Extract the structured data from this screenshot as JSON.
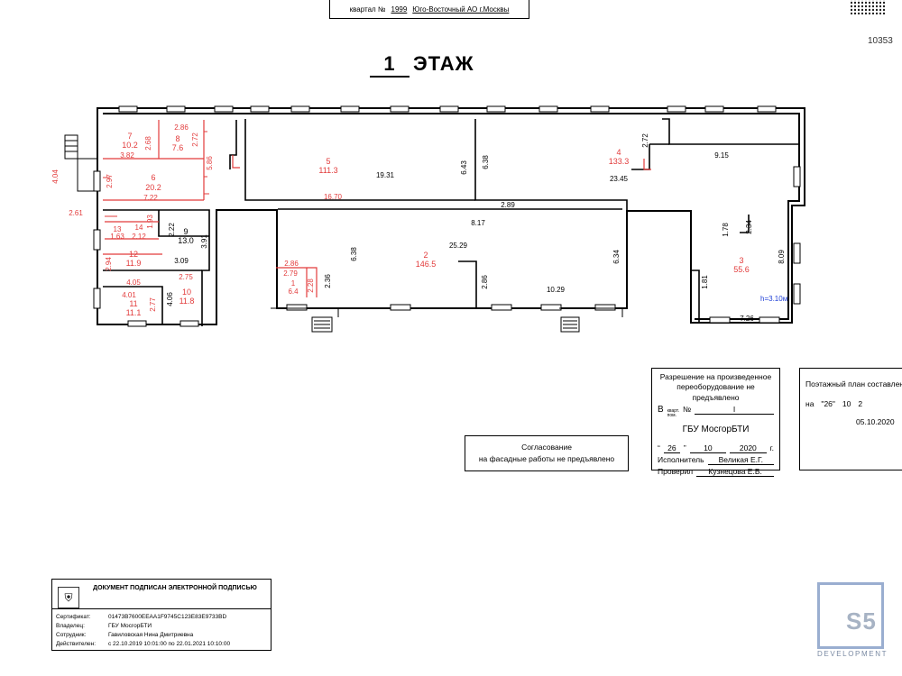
{
  "header": {
    "prefix": "квартал №",
    "kvartal": "1999",
    "district": "Юго-Восточный АО г.Москвы"
  },
  "doc_number": "10353",
  "floor": {
    "number": "1",
    "label": "ЭТАЖ"
  },
  "rooms": [
    {
      "id": "7",
      "area": "10.2"
    },
    {
      "id": "8",
      "area": "7.6"
    },
    {
      "id": "6",
      "area": "20.2"
    },
    {
      "id": "5",
      "area": "111.3"
    },
    {
      "id": "4",
      "area": "133.3"
    },
    {
      "id": "13",
      "area": "1.63"
    },
    {
      "id": "14",
      "area": "2.12"
    },
    {
      "id": "9",
      "area": "13.0"
    },
    {
      "id": "12",
      "area": "11.9"
    },
    {
      "id": "11",
      "area": "11.1"
    },
    {
      "id": "10",
      "area": "11.8"
    },
    {
      "id": "1",
      "area": "6.4"
    },
    {
      "id": "2",
      "area": "146.5"
    },
    {
      "id": "3",
      "area": "55.6"
    }
  ],
  "dimensions": {
    "d_2_86a": "2.86",
    "d_2_68": "2.68",
    "d_2_72a": "2.72",
    "d_3_82": "3.82",
    "d_5_86": "5.86",
    "d_2_97": "2.97",
    "d_7_22": "7.22",
    "d_4_04": "4.04",
    "d_2_61": "2.61",
    "d_19_31": "19.31",
    "d_16_70": "16.70",
    "d_6_43": "6.43",
    "d_6_38a": "6.38",
    "d_2_72b": "2.72",
    "d_23_45": "23.45",
    "d_9_15": "9.15",
    "d_2_89": "2.89",
    "d_8_17": "8.17",
    "d_1_93": "1.93",
    "d_2_22": "2.22",
    "d_3_91": "3.91",
    "d_3_09": "3.09",
    "d_2_94": "2.94",
    "d_2_75": "2.75",
    "d_4_05": "4.05",
    "d_4_01": "4.01",
    "d_2_77": "2.77",
    "d_4_06": "4.06",
    "d_6_38b": "6.38",
    "d_2_86b": "2.86",
    "d_2_79": "2.79",
    "d_2_28": "2.28",
    "d_2_36": "2.36",
    "d_25_29": "25.29",
    "d_6_34": "6.34",
    "d_2_86c": "2.86",
    "d_10_29": "10.29",
    "d_1_78": "1.78",
    "d_2_34": "2.34",
    "d_8_09": "8.09",
    "d_1_81": "1.81",
    "d_7_26": "7.26"
  },
  "ceiling_height": "h=3.10м",
  "approval": {
    "line1": "Согласование",
    "line2": "на фасадные работы не предъявлено"
  },
  "permit": {
    "title1": "Разрешение на произведенное",
    "title2": "переоборудование не предъявлено",
    "v_label": "В",
    "kvart_small": "кварт.",
    "pom_small": "пом.",
    "no_label": "№",
    "no_value": "I",
    "org": "ГБУ МосгорБТИ",
    "day": "26",
    "month": "10",
    "year": "2020",
    "year_suffix": "г.",
    "executor_label": "Исполнитель",
    "executor": "Великая Е.Г.",
    "checker_label": "Проверил",
    "checker": "Кузнецова Е.В."
  },
  "plan_box": {
    "title": "Поэтажный план составлен",
    "na": "на",
    "day": "\"26\"",
    "month": "10",
    "year_part": "2",
    "date": "05.10.2020"
  },
  "signature": {
    "title": "ДОКУМЕНТ ПОДПИСАН ЭЛЕКТРОННОЙ ПОДПИСЬЮ",
    "rows": [
      {
        "k": "Сертификат:",
        "v": "01473B7600EEAA1F9745C123E83E9733BD"
      },
      {
        "k": "Владелец:",
        "v": "ГБУ МосгорБТИ"
      },
      {
        "k": "Сотрудник:",
        "v": "Гавиловская Нина Дмитриевна"
      },
      {
        "k": "Действителен:",
        "v": "с 22.10.2019 10:01:00 по 22.01.2021 10:10:00"
      }
    ]
  },
  "logo": {
    "mark": "S5",
    "word": "DEVELOPMENT"
  },
  "colors": {
    "room_lines": "#e23b3b",
    "walls": "#000000",
    "height_note": "#1f3fd6",
    "logo": "#9aaed0"
  }
}
